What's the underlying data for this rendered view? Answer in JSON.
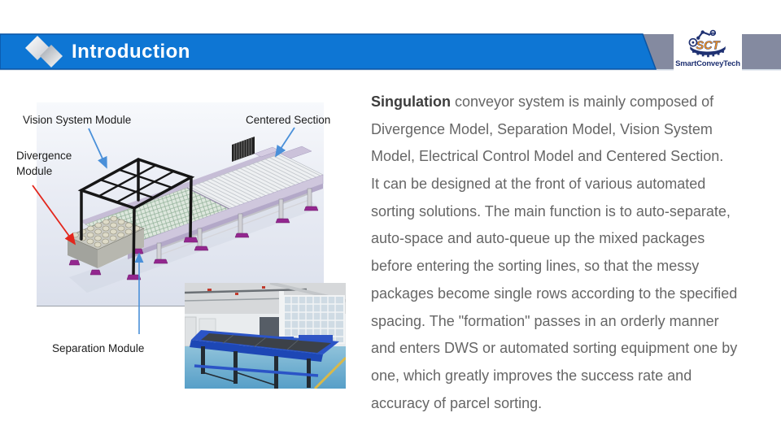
{
  "slide": {
    "title": "Introduction"
  },
  "logo": {
    "acronym": "SCT",
    "company": "SmartConveyTech"
  },
  "diagram": {
    "labels": {
      "vision": "Vision System Module",
      "centered": "Centered Section",
      "divergence": "Divergence Module",
      "separation": "Separation Module"
    }
  },
  "body": {
    "lead_word": "Singulation",
    "lead_rest": " conveyor system is mainly composed of",
    "lines": [
      "Divergence Model, Separation Model, Vision System",
      "Model, Electrical Control Model and Centered Section.",
      "It can be designed at the front of various automated",
      "sorting solutions. The main function is to auto-separate,",
      "auto-space and auto-queue up the mixed packages",
      "before entering the sorting lines, so that the messy",
      "packages become single rows according to the specified",
      "spacing. The \"formation\" passes in an orderly manner",
      "and enters DWS or automated sorting equipment one by",
      "one, which greatly improves the success rate and",
      "accuracy of parcel sorting."
    ]
  },
  "colors": {
    "header_blue": "#0E76D4",
    "header_blue_border": "#0A55A5",
    "header_gray": "#848AA0",
    "arrow_blue": "#4A90D9",
    "arrow_red": "#E3261C",
    "body_text_gray": "#666666",
    "logo_orange": "#F7941D",
    "logo_navy": "#1F3172",
    "rail_lavender": "#CFC7DD",
    "foot_purple": "#93278F"
  }
}
